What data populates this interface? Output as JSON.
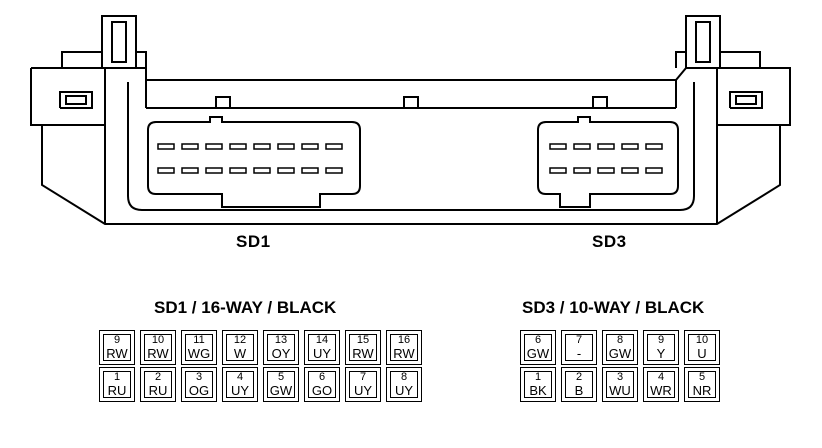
{
  "diagram": {
    "sd1_label": "SD1",
    "sd3_label": "SD3"
  },
  "sd1": {
    "title": "SD1 / 16-WAY / BLACK",
    "top_row": [
      {
        "num": "9",
        "code": "RW"
      },
      {
        "num": "10",
        "code": "RW"
      },
      {
        "num": "11",
        "code": "WG"
      },
      {
        "num": "12",
        "code": "W"
      },
      {
        "num": "13",
        "code": "OY"
      },
      {
        "num": "14",
        "code": "UY"
      },
      {
        "num": "15",
        "code": "RW"
      },
      {
        "num": "16",
        "code": "RW"
      }
    ],
    "bottom_row": [
      {
        "num": "1",
        "code": "RU"
      },
      {
        "num": "2",
        "code": "RU"
      },
      {
        "num": "3",
        "code": "OG"
      },
      {
        "num": "4",
        "code": "UY"
      },
      {
        "num": "5",
        "code": "GW"
      },
      {
        "num": "6",
        "code": "GO"
      },
      {
        "num": "7",
        "code": "UY"
      },
      {
        "num": "8",
        "code": "UY"
      }
    ]
  },
  "sd3": {
    "title": "SD3 / 10-WAY / BLACK",
    "top_row": [
      {
        "num": "6",
        "code": "GW"
      },
      {
        "num": "7",
        "code": "-"
      },
      {
        "num": "8",
        "code": "GW"
      },
      {
        "num": "9",
        "code": "Y"
      },
      {
        "num": "10",
        "code": "U"
      }
    ],
    "bottom_row": [
      {
        "num": "1",
        "code": "BK"
      },
      {
        "num": "2",
        "code": "B"
      },
      {
        "num": "3",
        "code": "WU"
      },
      {
        "num": "4",
        "code": "WR"
      },
      {
        "num": "5",
        "code": "NR"
      }
    ]
  }
}
